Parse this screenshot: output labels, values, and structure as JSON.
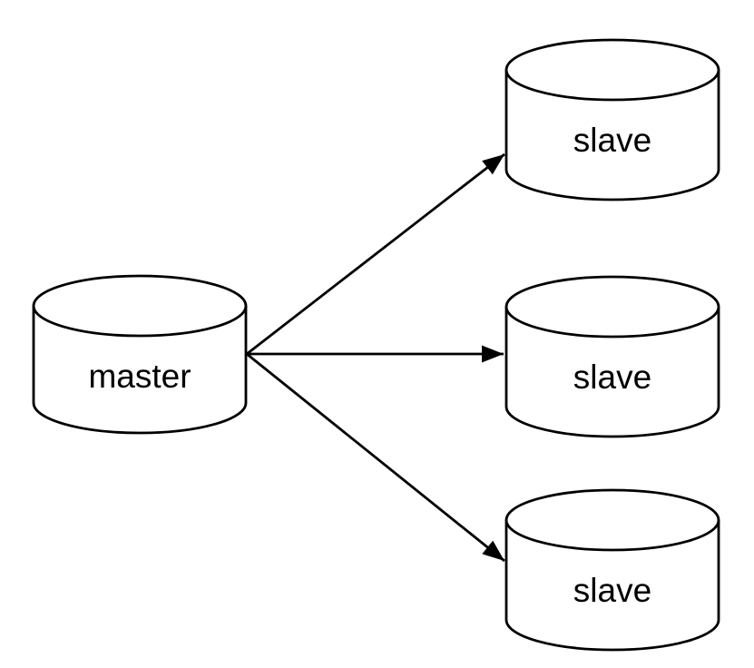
{
  "diagram": {
    "type": "database-replication-topology",
    "colors": {
      "background": "#ffffff",
      "line": "#000000",
      "node_fill": "#ffffff",
      "text": "#000000",
      "arrowhead_fill": "#000000"
    },
    "nodes": [
      {
        "id": "master",
        "label": "master",
        "shape": "cylinder"
      },
      {
        "id": "slave-1",
        "label": "slave",
        "shape": "cylinder"
      },
      {
        "id": "slave-2",
        "label": "slave",
        "shape": "cylinder"
      },
      {
        "id": "slave-3",
        "label": "slave",
        "shape": "cylinder"
      }
    ],
    "edges": [
      {
        "from": "master",
        "to": "slave-1",
        "arrow": "filled-triangle"
      },
      {
        "from": "master",
        "to": "slave-2",
        "arrow": "filled-triangle"
      },
      {
        "from": "master",
        "to": "slave-3",
        "arrow": "filled-triangle"
      }
    ]
  }
}
